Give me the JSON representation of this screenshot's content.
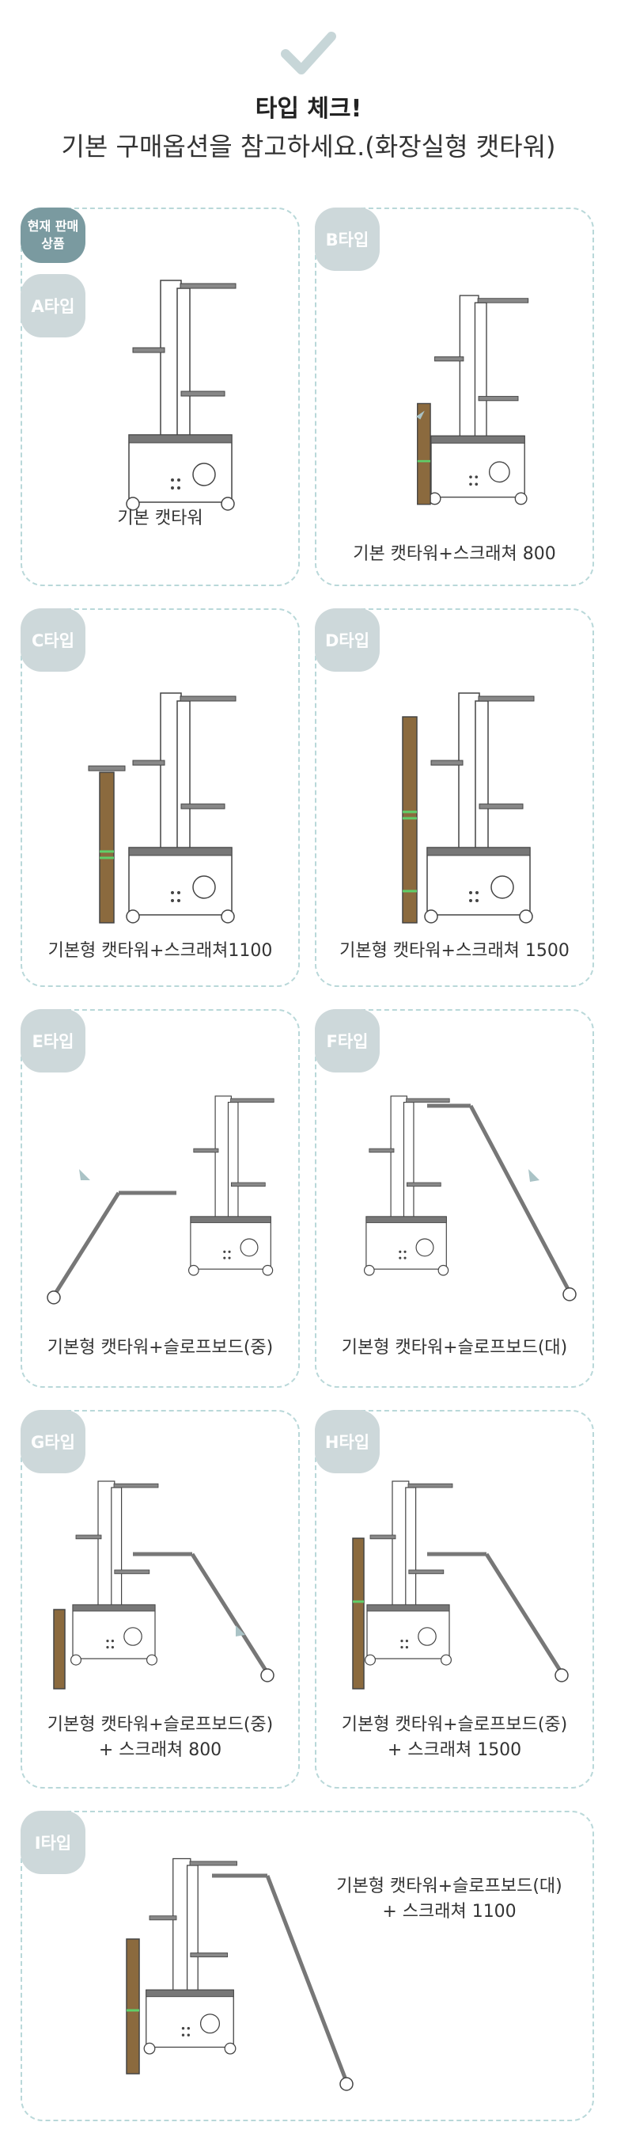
{
  "header": {
    "title": "타입 체크!",
    "subtitle": "기본 구매옵션을 참고하세요.(화장실형 캣타워)"
  },
  "current_badge": {
    "line1": "현재 판매",
    "line2": "상품"
  },
  "cards": [
    {
      "tag": "A타입",
      "caption": "기본 캣타워",
      "caption2": ""
    },
    {
      "tag": "B타입",
      "caption": "기본 캣타워+스크래쳐 800",
      "caption2": ""
    },
    {
      "tag": "C타입",
      "caption": "기본형 캣타워+스크래쳐1100",
      "caption2": ""
    },
    {
      "tag": "D타입",
      "caption": "기본형 캣타워+스크래쳐 1500",
      "caption2": ""
    },
    {
      "tag": "E타입",
      "caption": "기본형 캣타워+슬로프보드(중)",
      "caption2": ""
    },
    {
      "tag": "F타입",
      "caption": "기본형 캣타워+슬로프보드(대)",
      "caption2": ""
    },
    {
      "tag": "G타입",
      "caption": "기본형 캣타워+슬로프보드(중)",
      "caption2": "+ 스크래쳐 800"
    },
    {
      "tag": "H타입",
      "caption": "기본형 캣타워+슬로프보드(중)",
      "caption2": "+ 스크래쳐 1500"
    },
    {
      "tag": "I타입",
      "caption": "기본형 캣타워+슬로프보드(대)",
      "caption2": "+ 스크래쳐 1100"
    }
  ],
  "colors": {
    "accent": "#7a9aa0",
    "tag": "#cdd8da",
    "border": "#b9d8d9",
    "check": "#c7d6d8",
    "post": "#8b6a3e",
    "ring": "#5fcf6a"
  }
}
